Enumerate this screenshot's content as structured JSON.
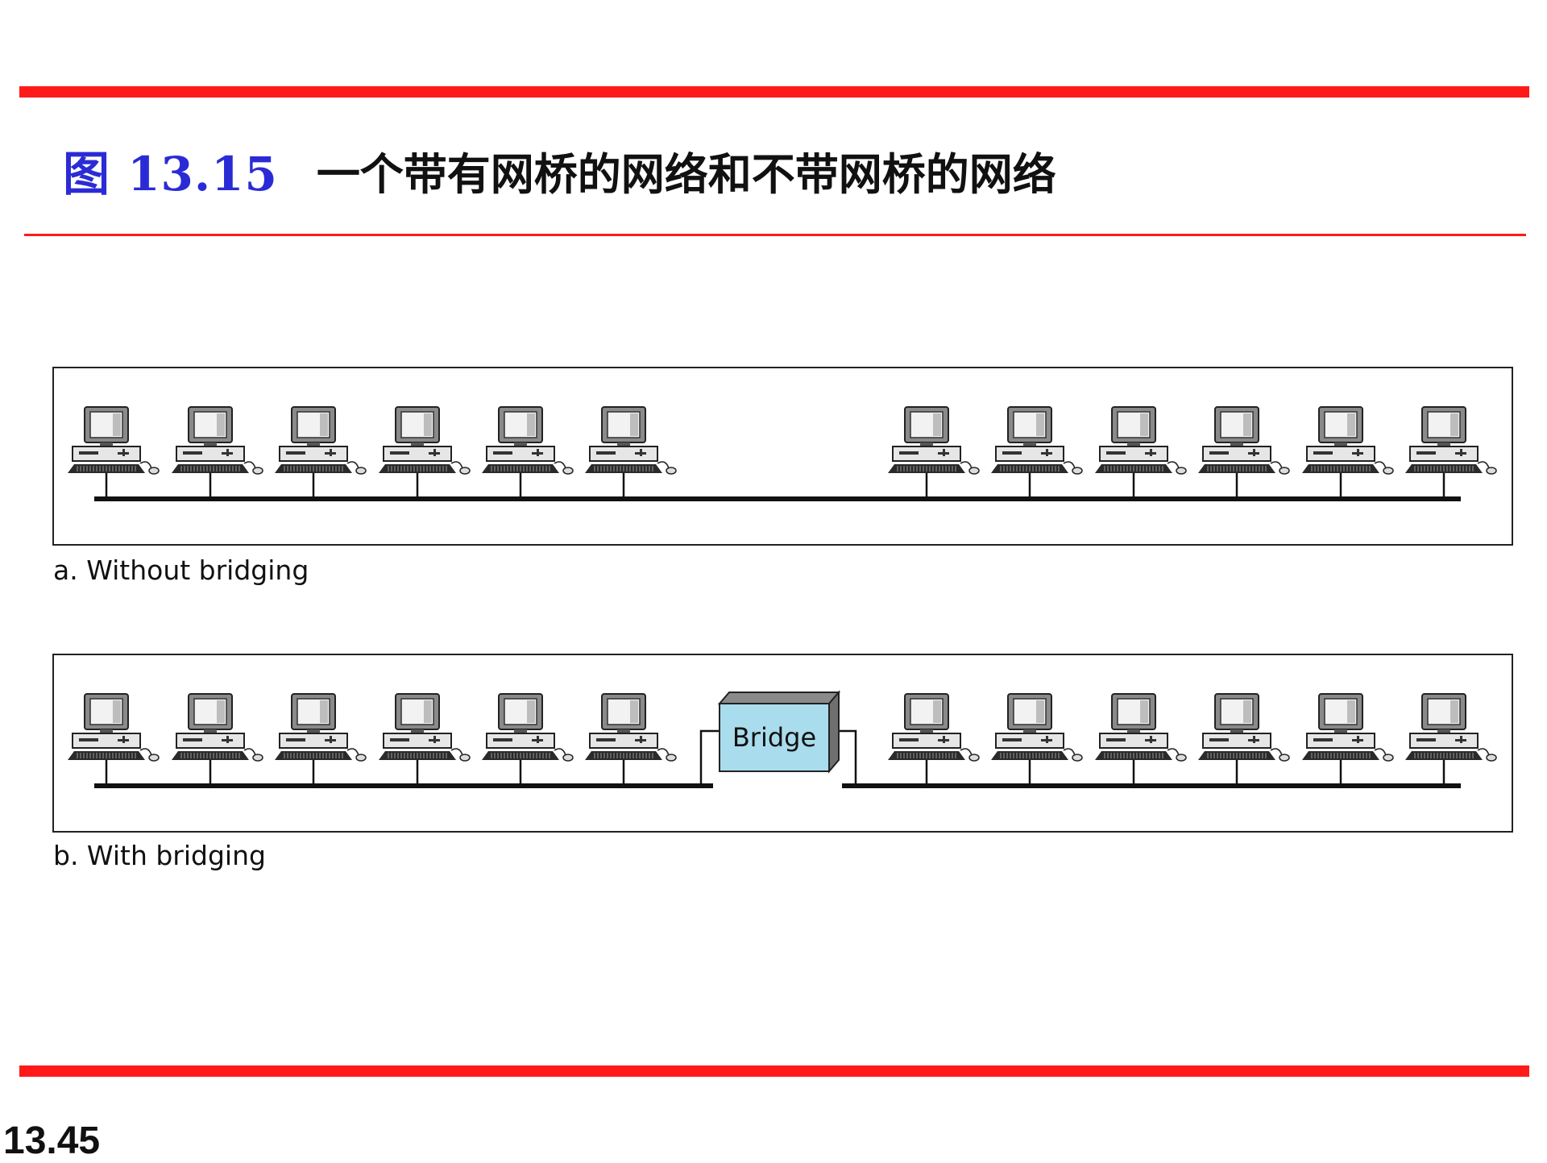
{
  "slide": {
    "figure_label": "图 13.15",
    "caption": "一个带有网桥的网络和不带网桥的网络",
    "page_number": "13.45",
    "accent_color": "#ff1a1a",
    "label_color": "#2b2bd6"
  },
  "diagram": {
    "without_bridging": {
      "label": "a. Without bridging",
      "left_stations": 6,
      "right_stations": 6
    },
    "with_bridging": {
      "label": "b. With bridging",
      "left_stations": 6,
      "right_stations": 6,
      "bridge_label": "Bridge",
      "bridge_color": "#a9dcec"
    },
    "icons": [
      "computer-icon",
      "bridge-icon"
    ]
  }
}
